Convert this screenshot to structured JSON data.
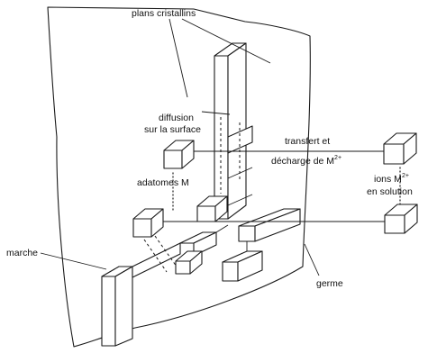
{
  "labels": {
    "plans_cristallins": "plans cristallins",
    "diffusion_line1": "diffusion",
    "diffusion_line2": "sur la surface",
    "transfert_line1": "transfert et",
    "transfert_line2": "décharge de M",
    "transfert_sup": "2+",
    "adatomes": "adatomes M",
    "ions_line1": "ions M",
    "ions_sup": "2+",
    "ions_line2": "en solution",
    "marche": "marche",
    "germe": "germe"
  }
}
